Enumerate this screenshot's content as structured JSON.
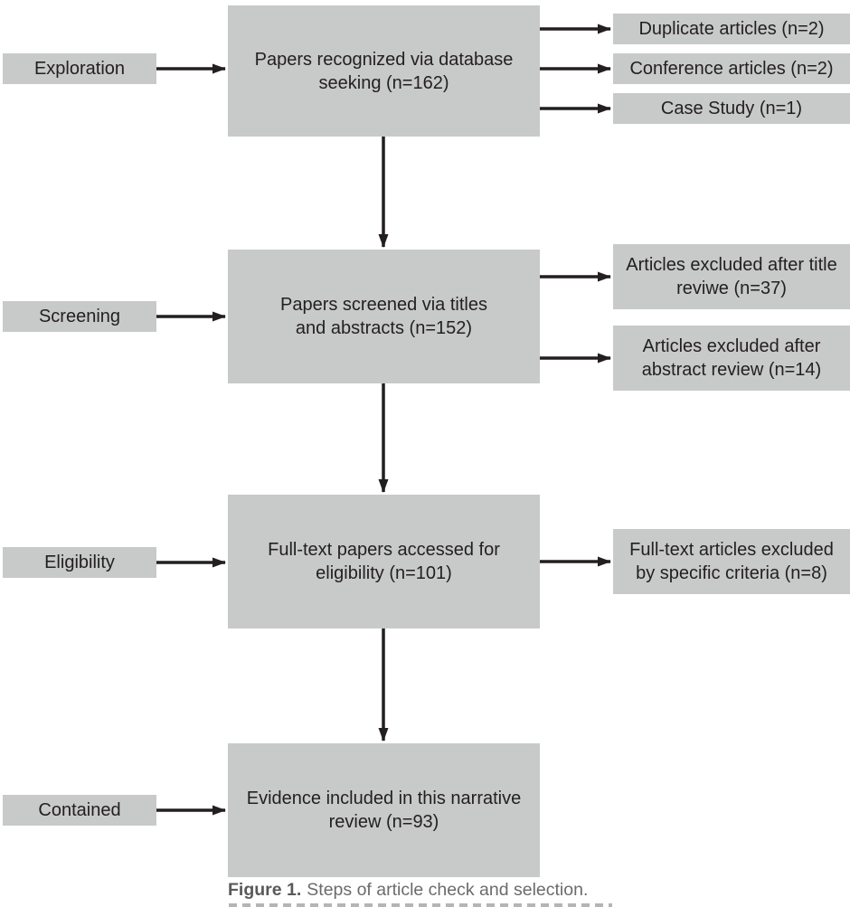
{
  "figure": {
    "caption": {
      "label": "Figure 1.",
      "text": "Steps of article check and selection."
    }
  },
  "flowchart": {
    "stages": [
      {
        "label": "Exploration",
        "box": "Papers recognized via database\nseeking (n=162)"
      },
      {
        "label": "Screening",
        "box": "Papers screened via titles\nand abstracts (n=152)"
      },
      {
        "label": "Eligibility",
        "box": "Full-text papers accessed for\neligibility (n=101)"
      },
      {
        "label": "Contained",
        "box": "Evidence included in this narrative\nreview (n=93)"
      }
    ],
    "exclusions": [
      {
        "text": "Duplicate articles (n=2)"
      },
      {
        "text": "Conference articles (n=2)"
      },
      {
        "text": "Case Study (n=1)"
      },
      {
        "text": "Articles excluded after title\nreviwe (n=37)"
      },
      {
        "text": "Articles excluded after\nabstract review (n=14)"
      },
      {
        "text": "Full-text articles excluded\nby specific criteria (n=8)"
      }
    ],
    "colors": {
      "box_fill": "#c8c9c9",
      "text": "#231f20",
      "arrow": "#231f20",
      "caption_label": "#58595b",
      "caption_text": "#6a6b6d"
    }
  }
}
